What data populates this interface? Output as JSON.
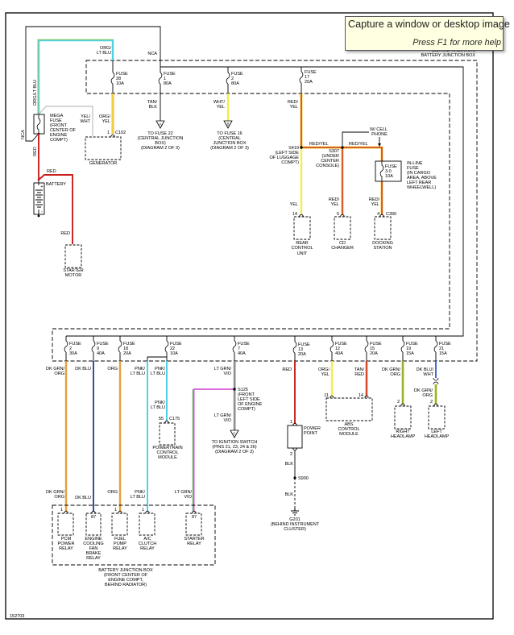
{
  "tooltip": {
    "title": "Capture a window or desktop image",
    "hint": "Press F1 for more help"
  },
  "figure_id": "152703",
  "junction_box_top": {
    "lines": [
      "(BEHIND RADIATOR)",
      "BATTERY JUNCTION BOX"
    ]
  },
  "junction_box_bottom": {
    "lines": [
      "BATTERY JUNCTION BOX",
      "(FRONT CENTER OF",
      "ENGINE COMPT,",
      "BEHIND RADIATOR)"
    ]
  },
  "fuses_top": [
    {
      "label": "FUSE",
      "number": "28",
      "rating": "10A"
    },
    {
      "label": "FUSE",
      "number": "1",
      "rating": "80A"
    },
    {
      "label": "FUSE",
      "number": "2",
      "rating": "80A"
    },
    {
      "label": "FUSE",
      "number": "17",
      "rating": "20A"
    }
  ],
  "fuses_bottom": [
    {
      "label": "FUSE",
      "number": "2",
      "rating": "30A"
    },
    {
      "label": "FUSE",
      "number": "9",
      "rating": "40A"
    },
    {
      "label": "FUSE",
      "number": "18",
      "rating": "20A"
    },
    {
      "label": "FUSE",
      "number": "22",
      "rating": "10A"
    },
    {
      "label": "FUSE",
      "number": "7",
      "rating": "40A"
    },
    {
      "label": "FUSE",
      "number": "13",
      "rating": "20A"
    },
    {
      "label": "FUSE",
      "number": "12",
      "rating": "40A"
    },
    {
      "label": "FUSE",
      "number": "15",
      "rating": "20A"
    },
    {
      "label": "FUSE",
      "number": "19",
      "rating": "15A"
    },
    {
      "label": "FUSE",
      "number": "21",
      "rating": "15A"
    }
  ],
  "mega_fuse": {
    "lines": [
      "MEGA",
      "FUSE",
      "(FRONT",
      "CENTER OF",
      "ENGINE",
      "COMPT)"
    ]
  },
  "battery": {
    "label": "BATTERY",
    "plus": "+",
    "minus": "-"
  },
  "generator": {
    "label": "GENERATOR",
    "pin": "1",
    "connector": "C102"
  },
  "starter_motor": {
    "lines": [
      "STARTER",
      "MOTOR"
    ]
  },
  "wires": {
    "mega_feed_vertical": "ORG/LT BLU",
    "fuse28_feed": [
      "ORG/",
      "LT BLU"
    ],
    "nca_top": "NCA",
    "nca_side": "NCA",
    "generator_sense": [
      "YEL/",
      "WHT"
    ],
    "generator_output": [
      "ORG/",
      "YEL"
    ],
    "fuse1_out": [
      "TAN/",
      "BLK"
    ],
    "fuse2_out": [
      "WHT/",
      "YEL"
    ],
    "fuse17_out": [
      "RED/",
      "YEL"
    ],
    "mega_to_battery": "RED",
    "battery_to_starter_a": "RED",
    "battery_to_starter_b": "RED",
    "s419_to_s307": "RED/YEL",
    "s307_to_inline": "RED/YEL",
    "rear_control_feed": "YEL",
    "cd_changer_feed": [
      "RED/",
      "YEL"
    ],
    "docking_feed": [
      "RED/",
      "YEL"
    ],
    "fuse2b_out": [
      "DK GRN/",
      "ORG"
    ],
    "fuse9_out": "DK BLU",
    "fuse18_out": "ORG",
    "ac_feed": [
      "PNK/",
      "LT BLU"
    ],
    "fuse22_out": [
      "PNK/",
      "LT BLU"
    ],
    "pcm_feed": [
      "PNK/",
      "LT BLU"
    ],
    "fuse7_out": [
      "LT GRN/",
      "VIO"
    ],
    "ign_feed": [
      "LT GRN/",
      "VIO"
    ],
    "fuse13_out": "RED",
    "fuse12_out": [
      "ORG/",
      "YEL"
    ],
    "fuse15_out": [
      "TAN/",
      "RED"
    ],
    "fuse19_out": [
      "DK GRN/",
      "ORG"
    ],
    "fuse21_out": [
      "DK BLU/",
      "WHT"
    ],
    "left_headlamp_feed": [
      "DK GRN/",
      "ORG"
    ],
    "ground_a": "BLK",
    "ground_b": "BLK",
    "relay_pcm": [
      "DK GRN/",
      "ORG"
    ],
    "relay_ecf": "DK BLU",
    "relay_fp": "ORG",
    "relay_ac": [
      "PNK/",
      "LT BLU"
    ],
    "relay_st": [
      "LT GRN/",
      "VIO"
    ]
  },
  "off_page": [
    {
      "letter": "A",
      "lines": [
        "TO FUSE 22",
        "(CENTRAL JUNCTION",
        "BOX)",
        "(DIAGRAM 2 OF 3)"
      ]
    },
    {
      "letter": "B",
      "lines": [
        "TO FUSE 16",
        "(CENTRAL",
        "JUNCTION BOX",
        "(DIAGRAM 2 OF 3)"
      ]
    },
    {
      "letter": "C",
      "lines": [
        "TO IGNITION SWITCH",
        "(PINS 21, 23, 24 & 26)",
        "(DIAGRAM 2 OF 3)"
      ]
    }
  ],
  "splices": {
    "s419": {
      "id": "S419",
      "lines": [
        "(LEFT SIDE",
        "OF LUGGAGE",
        "COMPT)"
      ]
    },
    "s307": {
      "id": "S307",
      "lines": [
        "(UNDER",
        "CENTER",
        "CONSOLE)"
      ]
    },
    "s125": {
      "id": "S125",
      "lines": [
        "(FRONT",
        "LEFT SIDE",
        "OF ENGINE",
        "COMPT)"
      ]
    },
    "s900": {
      "id": "S900"
    }
  },
  "cell_phone_note": [
    "W/ CELL",
    "PHONE"
  ],
  "inline_fuse": {
    "label": "FUSE",
    "number": "3.0",
    "rating": "10A",
    "location": [
      "IN-LINE",
      "FUSE",
      "(IN CARGO",
      "AREA, ABOVE",
      "LEFT REAR",
      "WHEELWELL)"
    ]
  },
  "components": {
    "rear_control_unit": {
      "pin": "14",
      "lines": [
        "REAR",
        "CONTROL",
        "UNIT"
      ]
    },
    "cd_changer": {
      "pin": "5",
      "lines": [
        "CD",
        "CHANGER"
      ]
    },
    "docking_station": {
      "pin": "4",
      "connector": "C390",
      "lines": [
        "DOCKING",
        "STATION"
      ]
    },
    "powertrain_control_module": {
      "pin": "55",
      "connector": "C175",
      "lines": [
        "POWERTRAIN",
        "CONTROL",
        "MODULE"
      ]
    },
    "power_point": {
      "pin_in": "1",
      "pin_out": "2",
      "lines": [
        "POWER",
        "POINT"
      ]
    },
    "abs_control_module": {
      "pins": [
        "11",
        "14"
      ],
      "lines": [
        "ABS",
        "CONTROL",
        "MODULE"
      ]
    },
    "right_headlamp": {
      "pin": "2",
      "lines": [
        "RIGHT",
        "HEADLAMP"
      ]
    },
    "left_headlamp": {
      "pin": "2",
      "lines": [
        "LEFT",
        "HEADLAMP"
      ]
    },
    "ground": {
      "id": "G201",
      "lines": [
        "(BEHIND INSTRUMENT",
        "CLUSTER)"
      ]
    }
  },
  "relays": [
    {
      "pin": "1",
      "lines": [
        "PCM",
        "POWER",
        "RELAY"
      ]
    },
    {
      "pin": "87",
      "lines": [
        "ENGINE",
        "COOLING",
        "FAN",
        "BRAKE",
        "RELAY"
      ]
    },
    {
      "pin": "1",
      "lines": [
        "FUEL",
        "PUMP",
        "RELAY"
      ]
    },
    {
      "pin": "1",
      "lines": [
        "A/C",
        "CLUTCH",
        "RELAY"
      ]
    },
    {
      "pin": "87",
      "lines": [
        "STARTER",
        "RELAY"
      ]
    }
  ],
  "wire_colors": {
    "red": "#c81e1e",
    "orange": "#e6a03c",
    "orange_gold": "#f2a81e",
    "yellow": "#f0ee50",
    "yellow_gold": "#f5d23c",
    "cyan": "#4fd2e6",
    "lime": "#9ccc58",
    "dk_blue": "#1e3c8c",
    "blue": "#3a5cc8",
    "lt_green": "#76a478",
    "violet": "#d656d6",
    "olive": "#d2d646",
    "dk_green": "#6c9a2c",
    "tan": "#f0a040",
    "gray": "#c8c8c8"
  }
}
